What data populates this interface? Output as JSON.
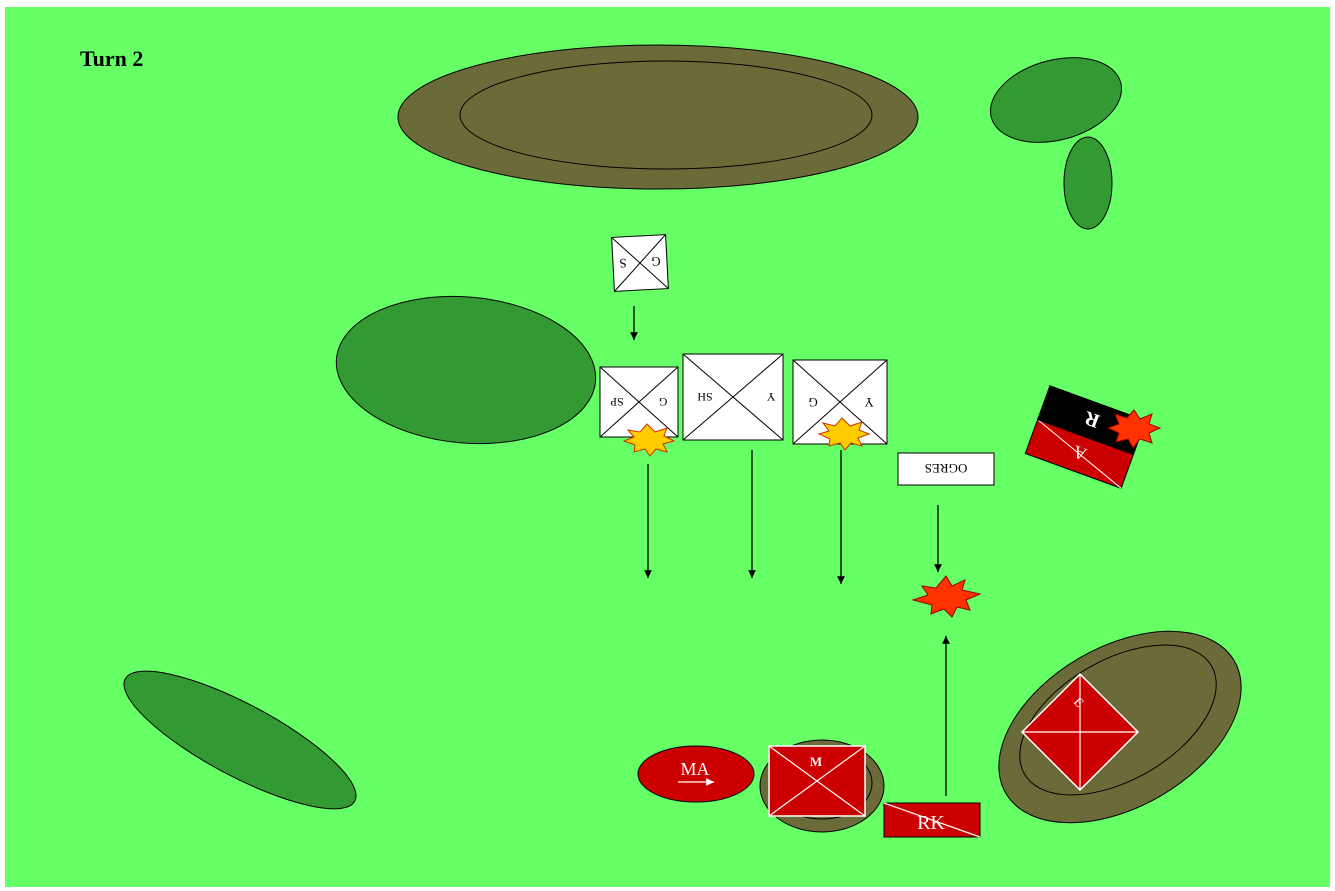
{
  "turn_label": "Turn 2",
  "colors": {
    "field": "#66ff66",
    "hill": "#6b6b3a",
    "woods": "#339933",
    "red_unit": "#cc0000",
    "white_unit": "#ffffff",
    "black_unit": "#000000",
    "yellow_burst": "#ffcc00",
    "red_burst": "#ff3300"
  },
  "units": {
    "gs": {
      "left": "G",
      "right": "S"
    },
    "gsp": {
      "left": "G",
      "right": "SP"
    },
    "ysh": {
      "left": "Y",
      "right": "SH"
    },
    "yg": {
      "left": "Y",
      "right": "G"
    },
    "ogres": "OGRES",
    "r": "R",
    "a": "A",
    "e": "E",
    "m": "M",
    "ma": "MA",
    "rk": "RK"
  }
}
